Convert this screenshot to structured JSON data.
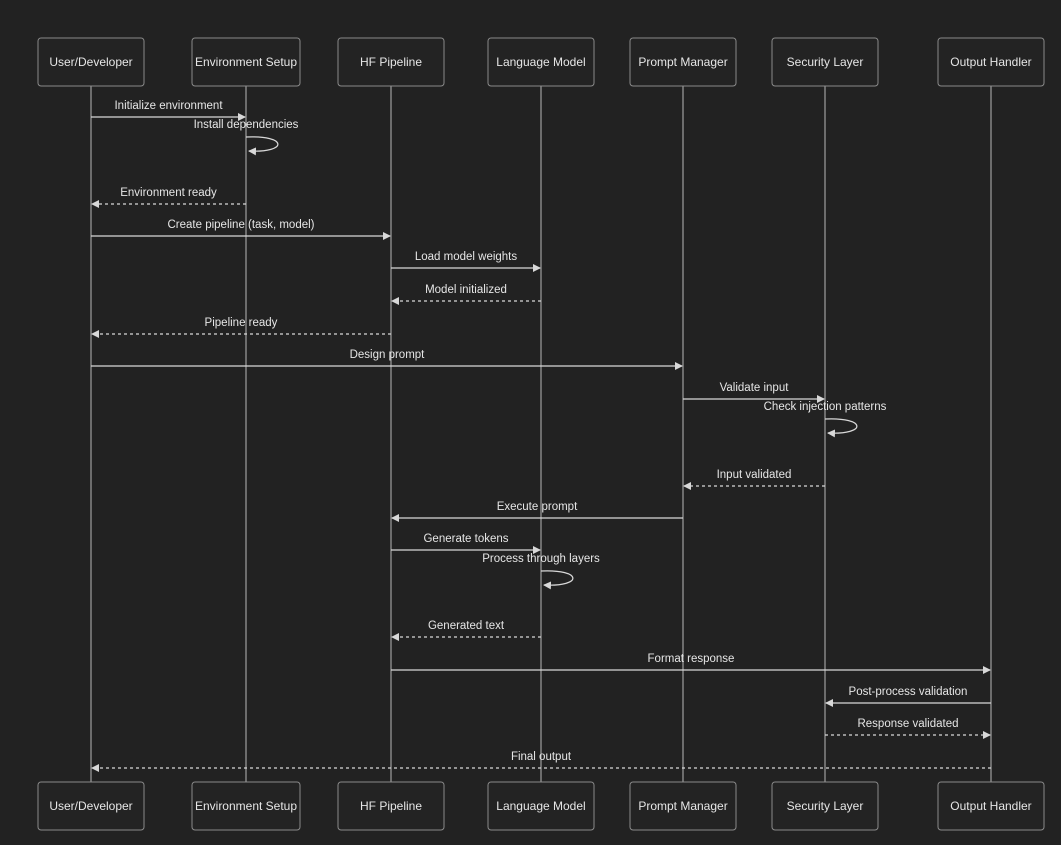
{
  "diagram": {
    "type": "sequence",
    "colors": {
      "background": "#222222",
      "line": "#d8d8d8",
      "text": "#e6e6e6",
      "box_border": "#8a8a8a"
    },
    "participants": [
      "User/Developer",
      "Environment Setup",
      "HF Pipeline",
      "Language Model",
      "Prompt Manager",
      "Security Layer",
      "Output Handler"
    ],
    "messages": [
      {
        "from": 0,
        "to": 1,
        "label": "Initialize environment",
        "style": "solid"
      },
      {
        "from": 1,
        "to": 1,
        "label": "Install dependencies",
        "style": "solid"
      },
      {
        "from": 1,
        "to": 0,
        "label": "Environment ready",
        "style": "dashed"
      },
      {
        "from": 0,
        "to": 2,
        "label": "Create pipeline (task, model)",
        "style": "solid"
      },
      {
        "from": 2,
        "to": 3,
        "label": "Load model weights",
        "style": "solid"
      },
      {
        "from": 3,
        "to": 2,
        "label": "Model initialized",
        "style": "dashed"
      },
      {
        "from": 2,
        "to": 0,
        "label": "Pipeline ready",
        "style": "dashed"
      },
      {
        "from": 0,
        "to": 4,
        "label": "Design prompt",
        "style": "solid"
      },
      {
        "from": 4,
        "to": 5,
        "label": "Validate input",
        "style": "solid"
      },
      {
        "from": 5,
        "to": 5,
        "label": "Check injection patterns",
        "style": "solid"
      },
      {
        "from": 5,
        "to": 4,
        "label": "Input validated",
        "style": "dashed"
      },
      {
        "from": 4,
        "to": 2,
        "label": "Execute prompt",
        "style": "solid"
      },
      {
        "from": 2,
        "to": 3,
        "label": "Generate tokens",
        "style": "solid"
      },
      {
        "from": 3,
        "to": 3,
        "label": "Process through layers",
        "style": "solid"
      },
      {
        "from": 3,
        "to": 2,
        "label": "Generated text",
        "style": "dashed"
      },
      {
        "from": 2,
        "to": 6,
        "label": "Format response",
        "style": "solid"
      },
      {
        "from": 6,
        "to": 5,
        "label": "Post-process validation",
        "style": "solid"
      },
      {
        "from": 5,
        "to": 6,
        "label": "Response validated",
        "style": "dashed"
      },
      {
        "from": 6,
        "to": 0,
        "label": "Final output",
        "style": "dashed"
      }
    ]
  }
}
